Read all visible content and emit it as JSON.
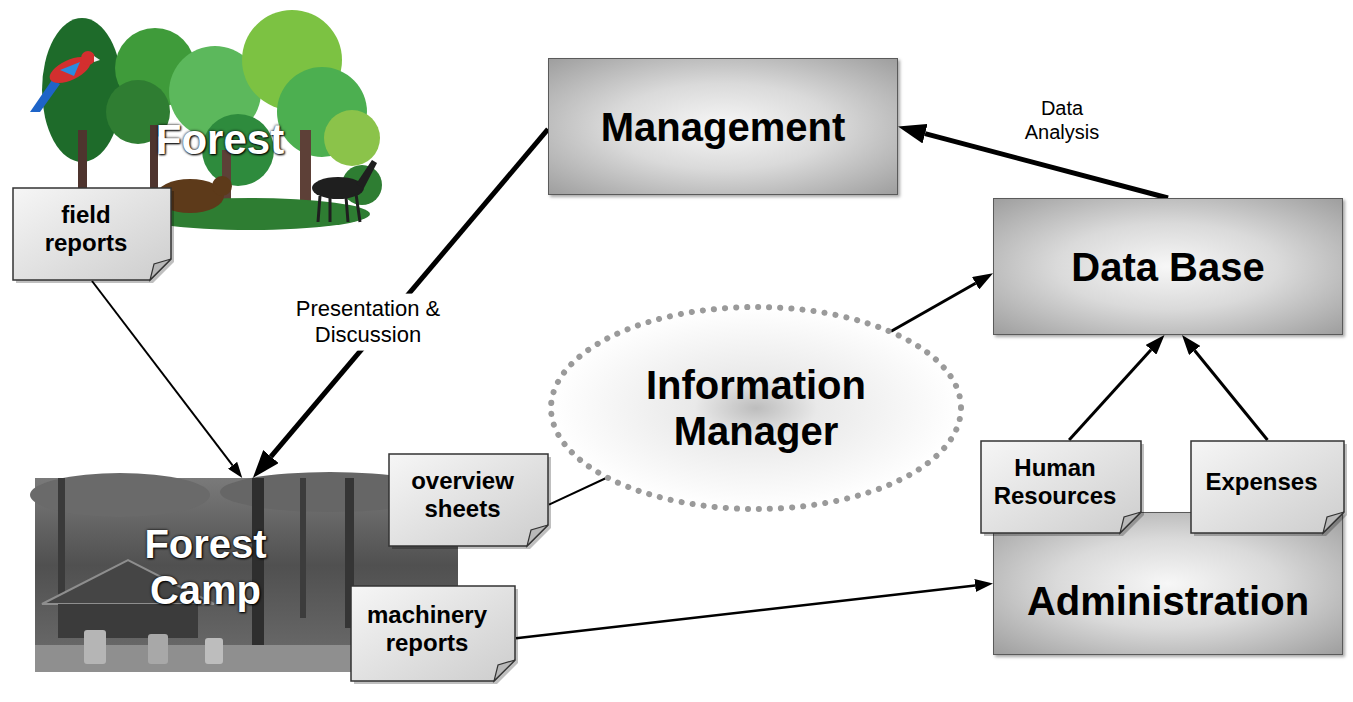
{
  "diagram": {
    "nodes": [
      {
        "text": [
          "Forest"
        ]
      },
      {
        "text": [
          "field reports"
        ]
      },
      {
        "text": [
          "Management"
        ]
      },
      {
        "text": [
          "Data Base"
        ]
      },
      {
        "text": [
          "Information Manager"
        ]
      },
      {
        "text": [
          "Forest Camp"
        ]
      },
      {
        "text": [
          "overview sheets"
        ]
      },
      {
        "text": [
          "Human Resources"
        ]
      },
      {
        "text": [
          "Expenses"
        ]
      },
      {
        "text": [
          "machinery reports"
        ]
      },
      {
        "text": [
          "Administration"
        ]
      }
    ],
    "edges": [
      {
        "from": 1,
        "to": 5,
        "arrow": "to"
      },
      {
        "from": 2,
        "to": 5,
        "arrow": "to",
        "label": "Presentation & Discussion"
      },
      {
        "from": 3,
        "to": 2,
        "arrow": "to",
        "label": "Data Analysis"
      },
      {
        "from": 4,
        "to": 3,
        "arrow": "to"
      },
      {
        "from": 6,
        "to": 4,
        "arrow": "none"
      },
      {
        "from": 9,
        "to": 10,
        "arrow": "to"
      },
      {
        "from": 7,
        "to": 3,
        "arrow": "to"
      },
      {
        "from": 8,
        "to": 3,
        "arrow": "to"
      }
    ]
  }
}
